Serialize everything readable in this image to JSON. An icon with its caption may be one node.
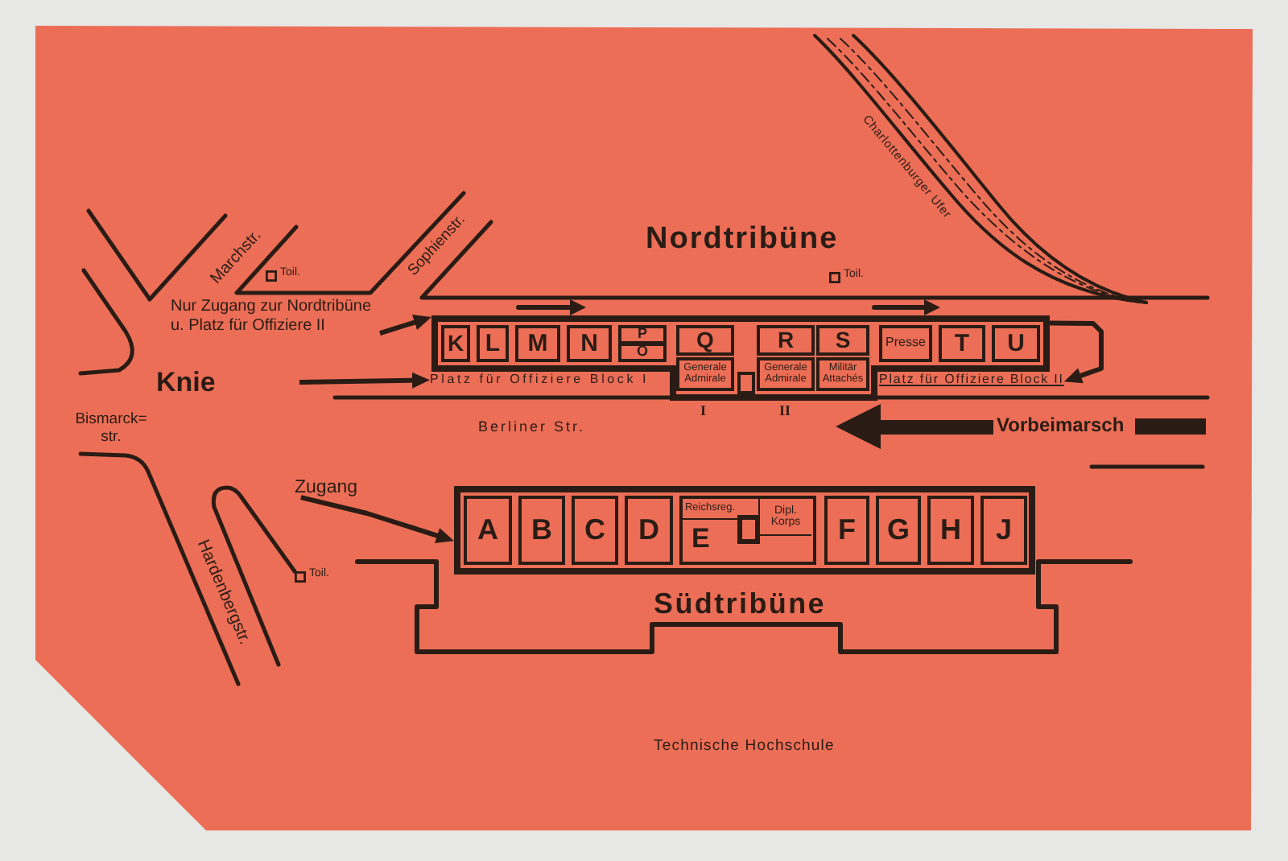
{
  "diagram": {
    "nodes": [
      {
        "text": [
          "Nur Zugang zur Nordtribüne u. Platz für Offiziere II"
        ]
      },
      {
        "text": [],
        "shape": "box"
      },
      {
        "text": [
          "K"
        ],
        "in": 1
      },
      {
        "text": [
          "L"
        ],
        "in": 1
      },
      {
        "text": [
          "M"
        ],
        "in": 1
      },
      {
        "text": [
          "N"
        ],
        "in": 1
      },
      {
        "text": [
          "P"
        ],
        "in": 1
      },
      {
        "text": [
          "O"
        ],
        "in": 1
      },
      {
        "text": [
          "Q"
        ],
        "in": 1
      },
      {
        "text": [
          "Generale Admirale"
        ],
        "in": 1
      },
      {
        "text": [],
        "shape": "box",
        "in": 1
      },
      {
        "text": [
          "R"
        ],
        "in": 1
      },
      {
        "text": [
          "Generale Admirale"
        ],
        "in": 1
      },
      {
        "text": [
          "S"
        ],
        "in": 1
      },
      {
        "text": [
          "Militär Attachés"
        ],
        "in": 1
      },
      {
        "text": [
          "Presse"
        ],
        "in": 1
      },
      {
        "text": [
          "T"
        ],
        "in": 1
      },
      {
        "text": [
          "U"
        ],
        "in": 1
      },
      {
        "text": [
          "Platz für Offiziere Block I"
        ]
      },
      {
        "text": [
          "Platz für Offiziere Block II"
        ]
      },
      {
        "text": [
          "Zugang"
        ]
      },
      {
        "text": [],
        "shape": "box"
      },
      {
        "text": [
          "A"
        ],
        "in": 21
      },
      {
        "text": [
          "B"
        ],
        "in": 21
      },
      {
        "text": [
          "C"
        ],
        "in": 21
      },
      {
        "text": [
          "D"
        ],
        "in": 21
      },
      {
        "text": [
          "E"
        ],
        "in": 21
      },
      {
        "text": [
          "Reichsreg."
        ],
        "in": 26
      },
      {
        "text": [],
        "shape": "box",
        "in": 26
      },
      {
        "text": [
          "Dipl. Korps"
        ],
        "in": 26
      },
      {
        "text": [
          "F"
        ],
        "in": 21
      },
      {
        "text": [
          "G"
        ],
        "in": 21
      },
      {
        "text": [
          "H"
        ],
        "in": 21
      },
      {
        "text": [
          "J"
        ],
        "in": 21
      }
    ],
    "edges": [
      {
        "from": 0,
        "to": 1,
        "arrow": "to"
      },
      {
        "from": null,
        "to": 18,
        "arrow": "to"
      },
      {
        "from": 1,
        "to": 19,
        "arrow": "to"
      },
      {
        "from": 20,
        "to": 21,
        "arrow": "to"
      }
    ],
    "labels": [
      "Charlottenburger Ufer",
      "Nordtribüne",
      "Marchstr.",
      "Sophienstr.",
      "Toil.",
      "Toil.",
      "Knie",
      "I",
      "II",
      "Bismarck= str.",
      "Berliner Str.",
      "Vorbeimarsch",
      "Hardenbergstr.",
      "Toil.",
      "Südtribüne",
      "Technische Hochschule"
    ]
  }
}
